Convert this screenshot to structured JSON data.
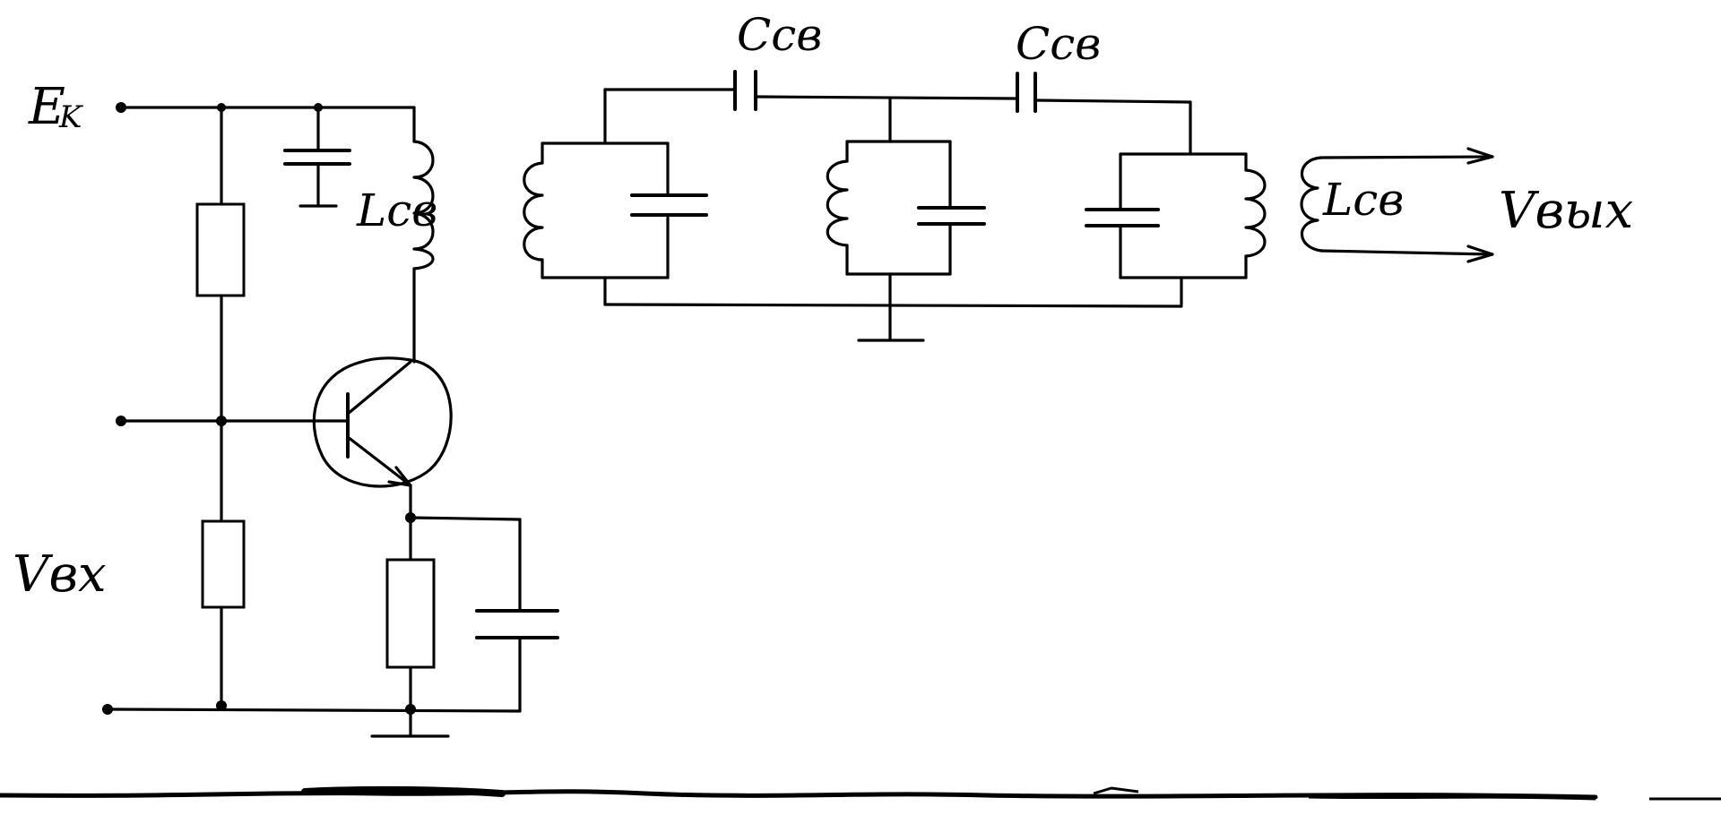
{
  "labels": {
    "supply": "E",
    "supply_sub": "K",
    "input": "Vвх",
    "output": "Vвых",
    "l_coupling_left": "Lсв",
    "l_coupling_right": "Lсв",
    "c_coupling_1": "Ссв",
    "c_coupling_2": "Ссв"
  }
}
